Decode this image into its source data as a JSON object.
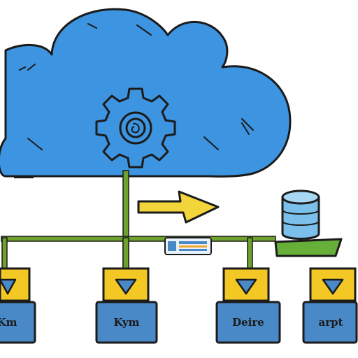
{
  "diagram": {
    "colors": {
      "cloud_fill": "#3d94e0",
      "outline": "#1b1b1b",
      "connector_green": "#6fa22c",
      "arrow_yellow": "#f2d53b",
      "box_yellow": "#f3c825",
      "box_blue": "#4a89c8",
      "database_blue": "#7bc0ea",
      "platform_green": "#66b03a",
      "background": "#ffffff"
    },
    "cloud": {
      "icon": "gear-icon"
    },
    "database": {
      "icon": "database-icon"
    },
    "transfer": {
      "icon": "right-arrow-icon"
    },
    "nodes": [
      {
        "label": "Km",
        "icon": "down-triangle-icon"
      },
      {
        "label": "Kym",
        "icon": "down-triangle-icon"
      },
      {
        "label": "Deire",
        "icon": "down-triangle-icon"
      },
      {
        "label": "arpt",
        "icon": "down-triangle-icon"
      }
    ]
  }
}
